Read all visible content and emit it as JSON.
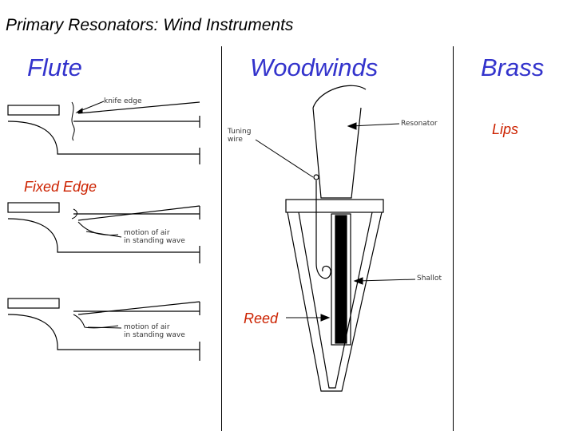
{
  "title": "Primary Resonators: Wind Instruments",
  "columns": {
    "flute": "Flute",
    "woodwinds": "Woodwinds",
    "brass": "Brass"
  },
  "flute_panel": {
    "label_knife_edge": "knife edge",
    "label_fixed_edge": "Fixed Edge",
    "label_motion_1": "motion of air\nin standing wave",
    "label_motion_2": "motion of air\nin standing wave"
  },
  "woodwind_panel": {
    "label_tuning_wire": "Tuning\nwire",
    "label_resonator": "Resonator",
    "label_shallot": "Shallot",
    "label_reed": "Reed"
  },
  "brass_panel": {
    "label_lips": "Lips"
  },
  "colors": {
    "heading": "#3333cc",
    "annotation": "#cc2200"
  }
}
